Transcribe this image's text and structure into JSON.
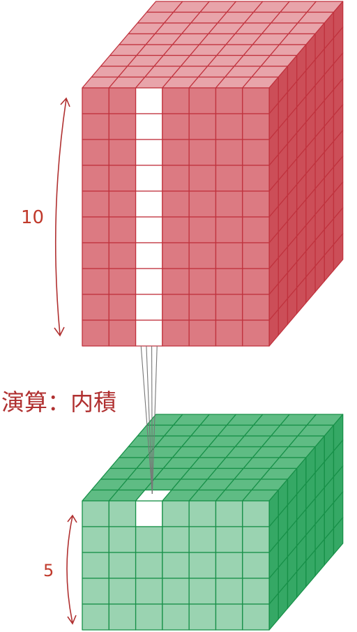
{
  "labels": {
    "top_depth": "10",
    "bottom_depth": "5",
    "operation": "演算：内積"
  },
  "cubes": {
    "top": {
      "rows": 10,
      "cols": 7,
      "depth": 8
    },
    "bottom": {
      "rows": 5,
      "cols": 7,
      "depth": 8
    }
  },
  "highlight": {
    "column_index": 2
  },
  "colors": {
    "red_front": "#dc7a82",
    "red_top": "#e8a4aa",
    "red_side": "#cc4e58",
    "red_line": "#c0323d",
    "green_front": "#9ad3b1",
    "green_top": "#5fbc84",
    "green_side": "#35a865",
    "green_line": "#179048",
    "highlight": "#ffffff",
    "annotation": "#b03030",
    "connector": "#777777"
  }
}
